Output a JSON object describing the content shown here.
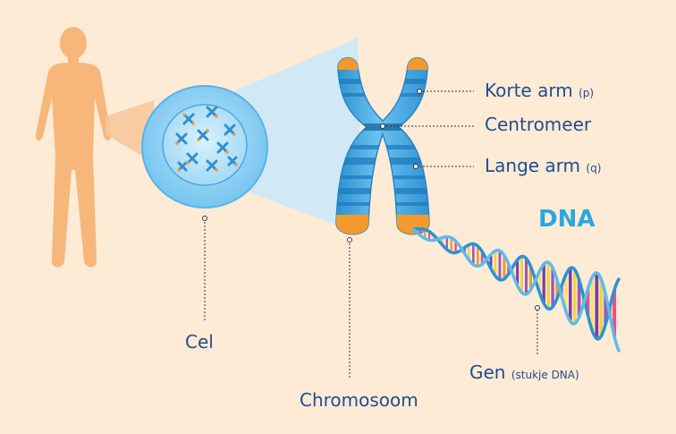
{
  "labels": {
    "korte_arm": "Korte arm",
    "korte_arm_sub": "(p)",
    "centromeer": "Centromeer",
    "lange_arm": "Lange arm",
    "lange_arm_sub": "(q)",
    "dna": "DNA",
    "cel": "Cel",
    "chromosoom": "Chromosoom",
    "gen": "Gen",
    "gen_sub": "(stukje DNA)"
  },
  "colors": {
    "background": "#fdebd6",
    "human": "#f7b77a",
    "chromosome": "#3aa3df",
    "chromosome_tip": "#f39a2b",
    "label": "#1f4e8c",
    "dna_title": "#29a8e0"
  },
  "icons": [
    "human-silhouette",
    "cell",
    "chromosome",
    "dna-helix"
  ]
}
